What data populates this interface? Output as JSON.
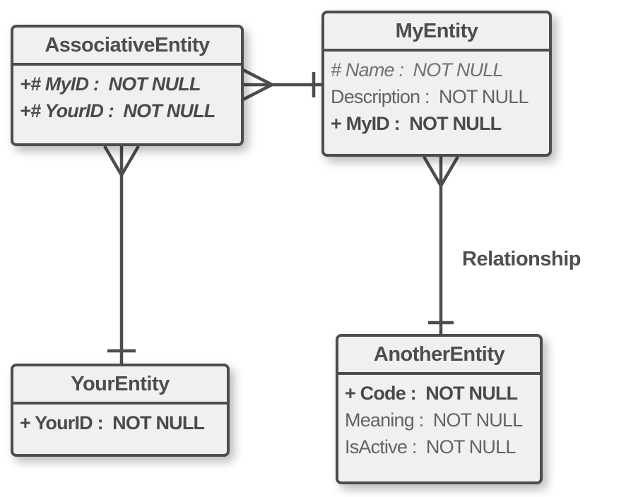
{
  "colors": {
    "background": "#ffffff",
    "box_fill": "#f0f0f0",
    "box_border": "#4d4d4d",
    "connector_line": "#4d4d4d",
    "title_text": "#4d4d4d",
    "attr_text": "#636363",
    "attr_bold_text": "#4a4a4a",
    "attr_muted_text": "#707070",
    "label_text": "#4f4f4f"
  },
  "entities": [
    {
      "name": "AssociativeEntity",
      "attributes": [
        {
          "text": "+# MyID :  NOT NULL"
        },
        {
          "text": "+# YourID :  NOT NULL"
        }
      ]
    },
    {
      "name": "MyEntity",
      "attributes": [
        {
          "text": "# Name :  NOT NULL"
        },
        {
          "text": "Description :  NOT NULL"
        },
        {
          "text": "+ MyID :  NOT NULL"
        }
      ]
    },
    {
      "name": "YourEntity",
      "attributes": [
        {
          "text": "+ YourID :  NOT NULL"
        }
      ]
    },
    {
      "name": "AnotherEntity",
      "attributes": [
        {
          "text": "+ Code :  NOT NULL"
        },
        {
          "text": "Meaning :  NOT NULL"
        },
        {
          "text": "IsActive :  NOT NULL"
        }
      ]
    }
  ],
  "connectors": [
    {
      "from": "AssociativeEntity",
      "to": "MyEntity",
      "from_end": "crow-foot-many",
      "to_end": "one-tick"
    },
    {
      "from": "AssociativeEntity",
      "to": "YourEntity",
      "from_end": "crow-foot-many",
      "to_end": "one-tick"
    },
    {
      "from": "MyEntity",
      "to": "AnotherEntity",
      "from_end": "crow-foot-many",
      "to_end": "one-tick",
      "label": "Relationship"
    }
  ]
}
